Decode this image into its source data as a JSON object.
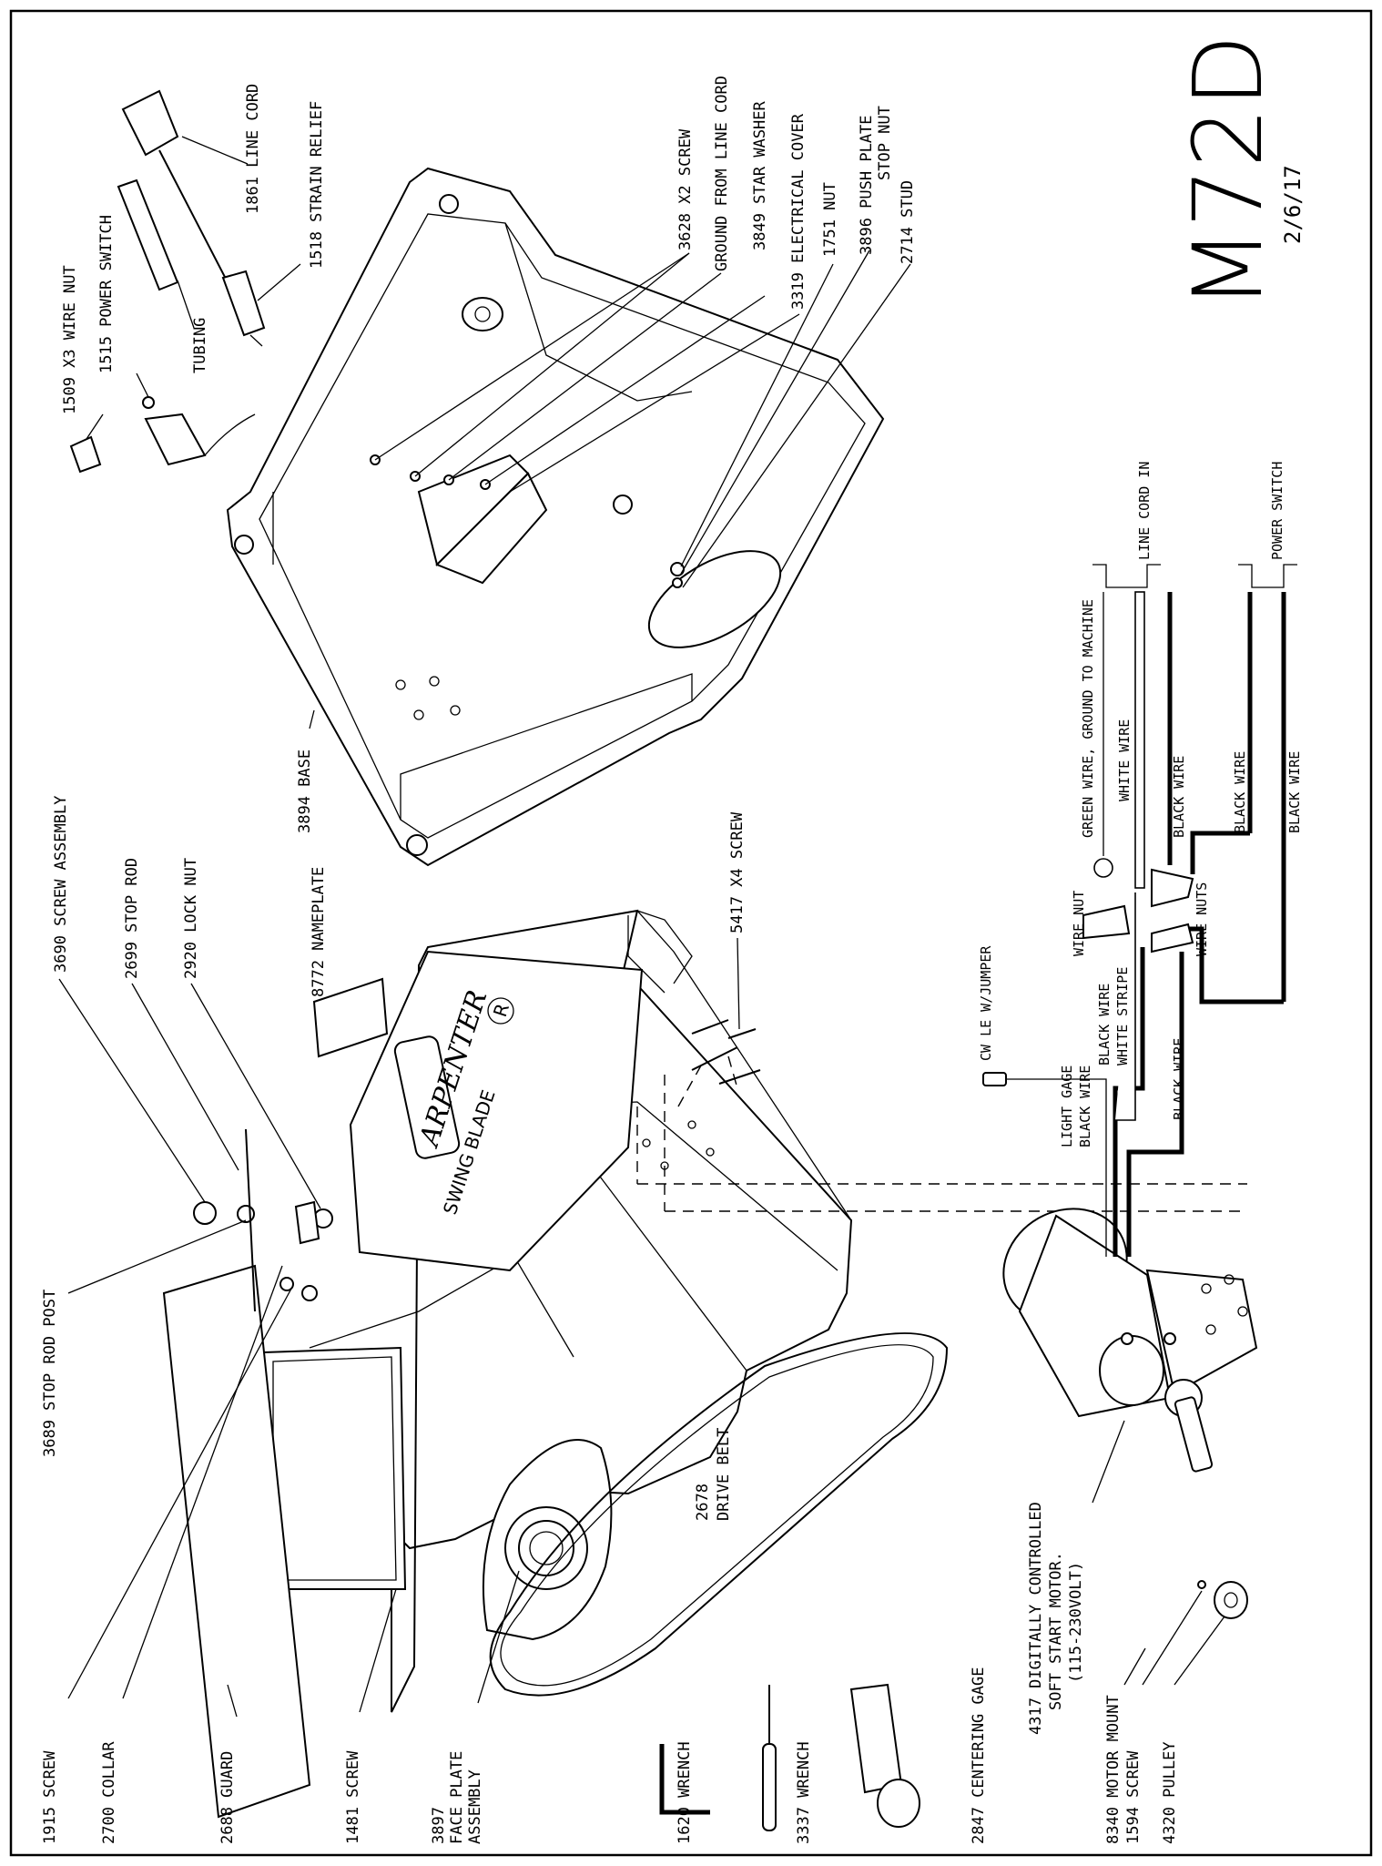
{
  "title_block": {
    "model": "M72D",
    "date": "2/6/17"
  },
  "brand": {
    "name": "ARPENTER",
    "registered": "R",
    "product": "SWING BLADE"
  },
  "parts": {
    "p1509": "1509 X3 WIRE NUT",
    "p1515": "1515 POWER SWITCH",
    "tubing": "TUBING",
    "p1518": "1518 STRAIN RELIEF",
    "p1861": "1861 LINE CORD",
    "p3628": "3628 X2 SCREW",
    "ground": "GROUND FROM LINE CORD",
    "p3849": "3849 STAR WASHER",
    "p3319": "3319 ELECTRICAL COVER",
    "p1751": "1751 NUT",
    "p3896a": "3896 PUSH PLATE",
    "p3896b": "STOP NUT",
    "p2714": "2714 STUD",
    "p3894": "3894 BASE",
    "p3690": "3690 SCREW ASSEMBLY",
    "p2699": "2699 STOP ROD",
    "p2920": "2920 LOCK NUT",
    "p8772": "8772 NAMEPLATE",
    "p5417": "5417 X4 SCREW",
    "p3689": "3689 STOP ROD POST",
    "p1915": "1915 SCREW",
    "p2700": "2700 COLLAR",
    "p2688": "2688 GUARD",
    "p1481": "1481 SCREW",
    "p3897a": "3897",
    "p3897b": "FACE PLATE",
    "p3897c": "ASSEMBLY",
    "p1620": "1620 WRENCH",
    "p3337": "3337 WRENCH",
    "p2847": "2847 CENTERING GAGE",
    "p2678a": "2678",
    "p2678b": "DRIVE BELT",
    "p4317a": "4317 DIGITALLY CONTROLLED",
    "p4317b": "SOFT START MOTOR.",
    "p4317c": "(115-230VOLT)",
    "p8340": "8340 MOTOR MOUNT",
    "p1594": "1594 SCREW",
    "p4320": "4320 PULLEY"
  },
  "wiring": {
    "line_cord_in": "LINE CORD IN",
    "power_switch": "POWER SWITCH",
    "green_wire": "GREEN WIRE, GROUND TO MACHINE",
    "white_wire": "WHITE WIRE",
    "black_wire_1": "BLACK WIRE",
    "black_wire_2": "BLACK WIRE",
    "black_wire_3": "BLACK WIRE",
    "black_wire_4": "BLACK WIRE",
    "wire_nut": "WIRE NUT",
    "wire_nuts": "WIRE NUTS",
    "bw_stripe_a": "BLACK WIRE",
    "bw_stripe_b": "WHITE STRIPE",
    "cw_le": "CW LE W/JUMPER",
    "light_gage_a": "LIGHT GAGE",
    "light_gage_b": "BLACK WIRE"
  }
}
